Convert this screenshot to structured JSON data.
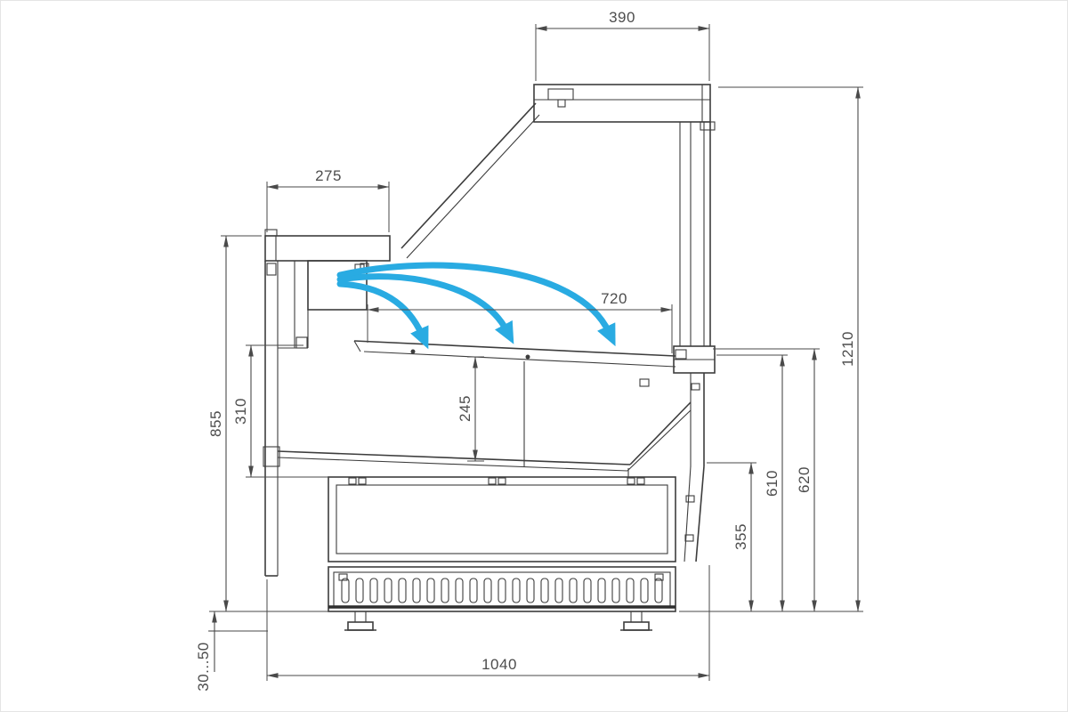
{
  "colors": {
    "outline": "#3d3d3d",
    "dimension": "#4a4a4a",
    "label": "#4d4d4d",
    "airflow": "#29abe2",
    "background": "#ffffff"
  },
  "airflow": {
    "arrow_count": 3
  },
  "dimensions": {
    "d390": {
      "label": "390"
    },
    "d275": {
      "label": "275"
    },
    "d720": {
      "label": "720"
    },
    "d1210": {
      "label": "1210"
    },
    "d855": {
      "label": "855"
    },
    "d310": {
      "label": "310"
    },
    "d245": {
      "label": "245"
    },
    "d610": {
      "label": "610"
    },
    "d620": {
      "label": "620"
    },
    "d355": {
      "label": "355"
    },
    "d1040": {
      "label": "1040"
    },
    "d30_50": {
      "label": "30...50"
    }
  }
}
